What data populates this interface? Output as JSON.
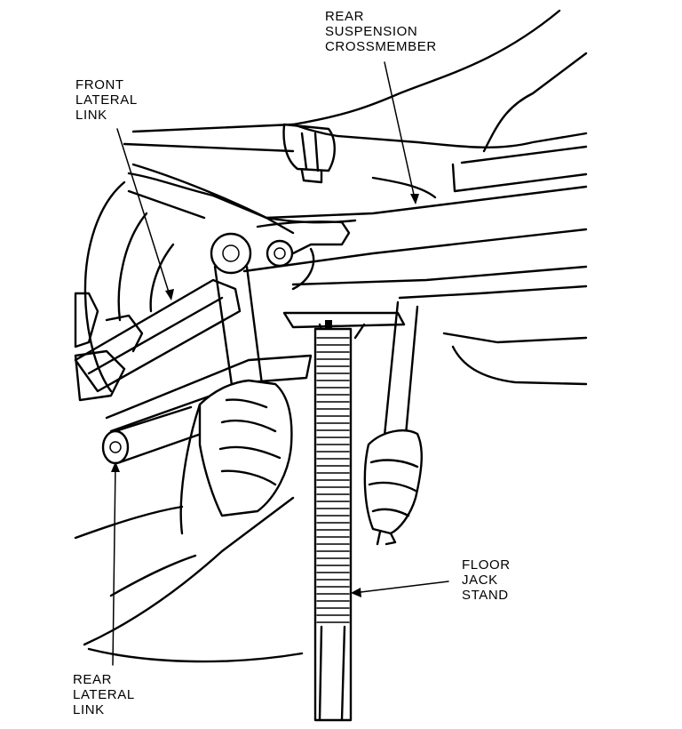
{
  "labels": {
    "rear_suspension_crossmember": [
      "REAR",
      "SUSPENSION",
      "CROSSMEMBER"
    ],
    "front_lateral_link": [
      "FRONT",
      "LATERAL",
      "LINK"
    ],
    "floor_jack_stand": [
      "FLOOR",
      "JACK",
      "STAND"
    ],
    "rear_lateral_link": [
      "REAR",
      "LATERAL",
      "LINK"
    ]
  },
  "colors": {
    "ink": "#000000",
    "paper": "#ffffff"
  }
}
